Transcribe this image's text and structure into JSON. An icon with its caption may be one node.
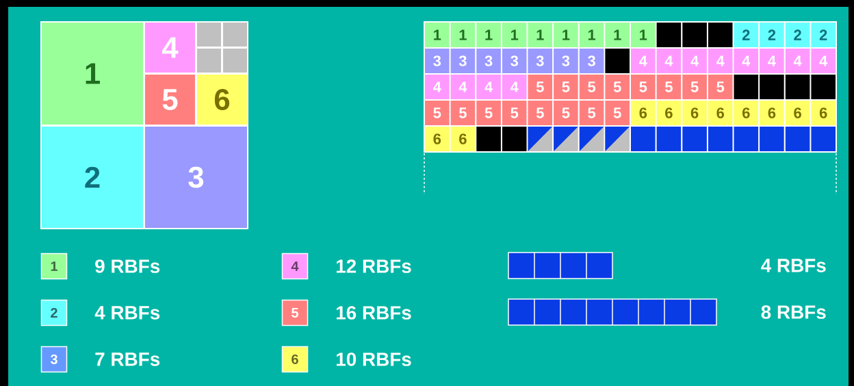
{
  "diagram": {
    "nodes": [
      {
        "text": [
          "1"
        ]
      },
      {
        "text": [
          "4"
        ]
      },
      {
        "text": [],
        "shape": "box"
      },
      {
        "text": [],
        "shape": "box"
      },
      {
        "text": [],
        "shape": "box"
      },
      {
        "text": [],
        "shape": "box"
      },
      {
        "text": [
          "5"
        ]
      },
      {
        "text": [
          "6"
        ]
      },
      {
        "text": [
          "2"
        ]
      },
      {
        "text": [
          "3"
        ]
      },
      {
        "text": [
          "1"
        ]
      },
      {
        "text": [
          "1"
        ]
      },
      {
        "text": [
          "1"
        ]
      },
      {
        "text": [
          "1"
        ]
      },
      {
        "text": [
          "1"
        ]
      },
      {
        "text": [
          "1"
        ]
      },
      {
        "text": [
          "1"
        ]
      },
      {
        "text": [
          "1"
        ]
      },
      {
        "text": [
          "1"
        ]
      },
      {
        "text": [],
        "shape": "box"
      },
      {
        "text": [],
        "shape": "box"
      },
      {
        "text": [],
        "shape": "box"
      },
      {
        "text": [
          "2"
        ]
      },
      {
        "text": [
          "2"
        ]
      },
      {
        "text": [
          "2"
        ]
      },
      {
        "text": [
          "2"
        ]
      },
      {
        "text": [
          "3"
        ]
      },
      {
        "text": [
          "3"
        ]
      },
      {
        "text": [
          "3"
        ]
      },
      {
        "text": [
          "3"
        ]
      },
      {
        "text": [
          "3"
        ]
      },
      {
        "text": [
          "3"
        ]
      },
      {
        "text": [
          "3"
        ]
      },
      {
        "text": [],
        "shape": "box"
      },
      {
        "text": [
          "4"
        ]
      },
      {
        "text": [
          "4"
        ]
      },
      {
        "text": [
          "4"
        ]
      },
      {
        "text": [
          "4"
        ]
      },
      {
        "text": [
          "4"
        ]
      },
      {
        "text": [
          "4"
        ]
      },
      {
        "text": [
          "4"
        ]
      },
      {
        "text": [
          "4"
        ]
      },
      {
        "text": [
          "4"
        ]
      },
      {
        "text": [
          "4"
        ]
      },
      {
        "text": [
          "4"
        ]
      },
      {
        "text": [
          "4"
        ]
      },
      {
        "text": [
          "5"
        ]
      },
      {
        "text": [
          "5"
        ]
      },
      {
        "text": [
          "5"
        ]
      },
      {
        "text": [
          "5"
        ]
      },
      {
        "text": [
          "5"
        ]
      },
      {
        "text": [
          "5"
        ]
      },
      {
        "text": [
          "5"
        ]
      },
      {
        "text": [
          "5"
        ]
      },
      {
        "text": [],
        "shape": "box"
      },
      {
        "text": [],
        "shape": "box"
      },
      {
        "text": [],
        "shape": "box"
      },
      {
        "text": [],
        "shape": "box"
      },
      {
        "text": [
          "5"
        ]
      },
      {
        "text": [
          "5"
        ]
      },
      {
        "text": [
          "5"
        ]
      },
      {
        "text": [
          "5"
        ]
      },
      {
        "text": [
          "5"
        ]
      },
      {
        "text": [
          "5"
        ]
      },
      {
        "text": [
          "5"
        ]
      },
      {
        "text": [
          "5"
        ]
      },
      {
        "text": [
          "6"
        ]
      },
      {
        "text": [
          "6"
        ]
      },
      {
        "text": [
          "6"
        ]
      },
      {
        "text": [
          "6"
        ]
      },
      {
        "text": [
          "6"
        ]
      },
      {
        "text": [
          "6"
        ]
      },
      {
        "text": [
          "6"
        ]
      },
      {
        "text": [
          "6"
        ]
      },
      {
        "text": [
          "6"
        ]
      },
      {
        "text": [
          "6"
        ]
      },
      {
        "text": [],
        "shape": "box"
      },
      {
        "text": [],
        "shape": "box"
      },
      {
        "text": [],
        "shape": "box"
      },
      {
        "text": [],
        "shape": "box"
      },
      {
        "text": [],
        "shape": "box"
      },
      {
        "text": [],
        "shape": "box"
      },
      {
        "text": [],
        "shape": "box"
      },
      {
        "text": [],
        "shape": "box"
      },
      {
        "text": [],
        "shape": "box"
      },
      {
        "text": [],
        "shape": "box"
      },
      {
        "text": [],
        "shape": "box"
      },
      {
        "text": [],
        "shape": "box"
      },
      {
        "text": [],
        "shape": "box"
      },
      {
        "text": [],
        "shape": "box"
      }
    ],
    "labels": [
      "1",
      "2",
      "3",
      "4",
      "5",
      "6"
    ],
    "legend": [
      {
        "text": "9 RBFs",
        "color": "#99ff99"
      },
      {
        "text": "4 RBFs",
        "color": "#66ffff"
      },
      {
        "text": "7 RBFs",
        "color": "#6699ff"
      },
      {
        "text": "12 RBFs",
        "color": "#ff99ff"
      },
      {
        "text": "16 RBFs",
        "color": "#ff7f7f"
      },
      {
        "text": "10 RBFs",
        "color": "#ffff66"
      },
      {
        "text": "4 RBFs"
      },
      {
        "text": "8 RBFs"
      }
    ]
  }
}
